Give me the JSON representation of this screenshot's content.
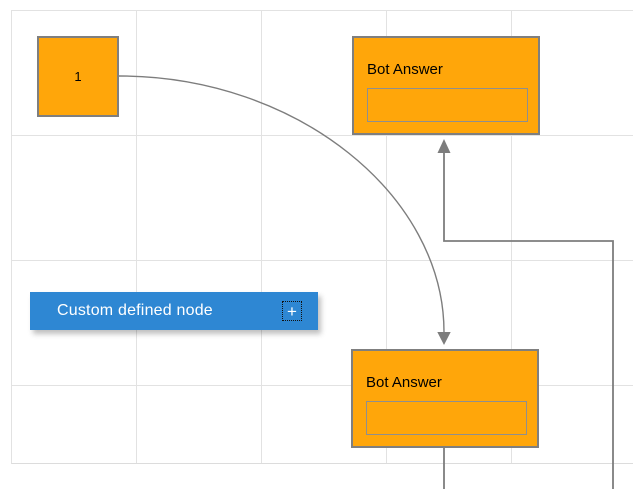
{
  "diagram": {
    "nodes": {
      "start": {
        "label": "1"
      },
      "bot_answer_top": {
        "title": "Bot Answer"
      },
      "bot_answer_bottom": {
        "title": "Bot Answer"
      },
      "custom": {
        "label": "Custom defined node",
        "add_button_glyph": "+"
      }
    },
    "connectors": {
      "count": 3,
      "types": [
        "curved-arrow",
        "orthogonal-arrow",
        "straight-stub"
      ]
    },
    "colors": {
      "node_fill": "#FFA60A",
      "node_border": "#7F7F7F",
      "custom_node_fill": "#2E87D3",
      "custom_node_text": "#FFFFFF",
      "connector": "#7D7D7D",
      "grid_line": "#E2E2E2",
      "background": "#FFFFFF",
      "node_text": "#000000"
    }
  }
}
